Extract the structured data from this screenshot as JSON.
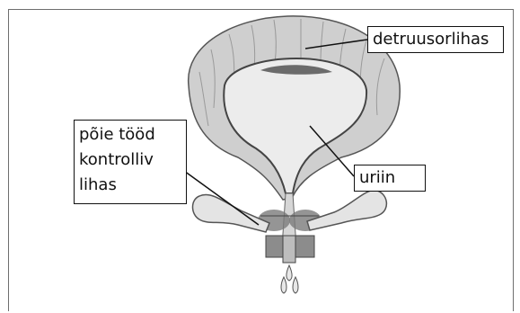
{
  "labels": {
    "detruusor": "detruusorlihas",
    "uriin": "uriin",
    "poie_line1": "põie tööd",
    "poie_line2": "kontrolliv",
    "poie_line3": "lihas"
  },
  "colors": {
    "muscle": "#c9c9c9",
    "muscle_dark": "#8a8a8a",
    "lumen": "#ececec",
    "outline": "#555555"
  }
}
